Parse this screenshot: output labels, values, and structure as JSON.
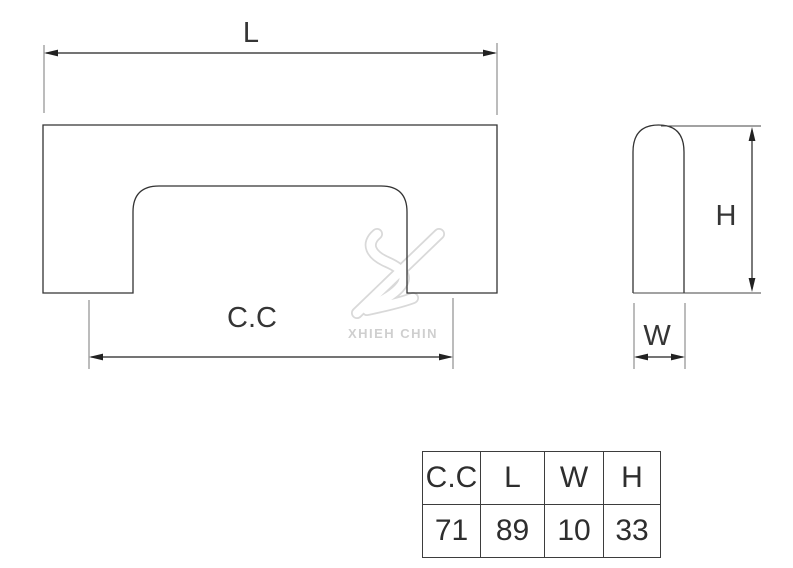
{
  "drawing": {
    "labels": {
      "length": "L",
      "center_to_center": "C.C",
      "height": "H",
      "width": "W"
    }
  },
  "watermark": {
    "brand": "XHIEH CHIN"
  },
  "spec_table": {
    "headers": [
      "C.C",
      "L",
      "W",
      "H"
    ],
    "values": [
      "71",
      "89",
      "10",
      "33"
    ]
  },
  "colors": {
    "outline": "#333333",
    "dimension_line": "#222222",
    "extension_line": "#8f8f8f",
    "label_text": "#353535",
    "watermark": "#d9d9d9",
    "table_border": "#3d3d3d"
  }
}
